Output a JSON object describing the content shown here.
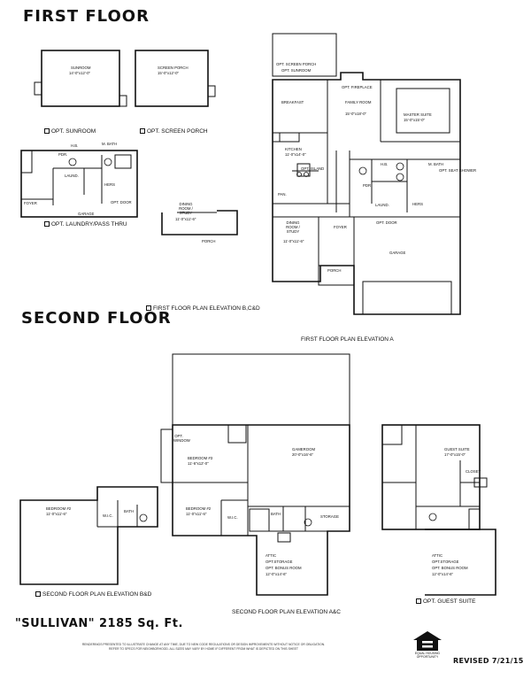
{
  "headings": {
    "first_floor": "FIRST FLOOR",
    "second_floor": "SECOND FLOOR",
    "title": "\"SULLIVAN\" 2185 Sq. Ft.",
    "revised": "REVISED 7/21/15"
  },
  "option_labels": {
    "opt_sunroom": "OPT. SUNROOM",
    "opt_screen_porch": "OPT. SCREEN PORCH",
    "opt_laundry": "OPT. LAUNDRY/PASS THRU",
    "ff_elev_bcd": "FIRST FLOOR PLAN ELEVATION B,C&D",
    "ff_elev_a": "FIRST FLOOR PLAN ELEVATION A",
    "sf_elev_bd": "SECOND FLOOR PLAN ELEVATION B&D",
    "sf_elev_ac": "SECOND FLOOR PLAN ELEVATION A&C",
    "opt_guest_suite": "OPT. GUEST SUITE"
  },
  "rooms": {
    "sunroom": "SUNROOM",
    "sunroom_dim": "14'-0\"x12'-0\"",
    "screen_porch": "SCREEN PORCH",
    "screen_porch_dim": "15'-0\"x12'-0\"",
    "laundry_hb": "H.B.",
    "laundry_mbath": "M. BATH",
    "laundry_pdr": "PDR.",
    "laundry_laund": "LAUND.",
    "laundry_hers": "HERS",
    "laundry_foyer": "FOYER",
    "laundry_garage": "GARAGE",
    "laundry_optdoor": "OPT. DOOR",
    "dining_study": "DINING ROOM / STUDY",
    "dining_study_dim": "11'-0\"x11'-6\"",
    "porch": "PORCH",
    "opt_screen_porch": "OPT. SCREEN PORCH",
    "opt_sunroom": "OPT. SUNROOM",
    "fireplace": "OPT. FIREPLACE",
    "breakfast": "BREAKFAST",
    "family_room": "FAMILY ROOM",
    "family_room_dim": "15'-0\"x18'-0\"",
    "master_suite": "MASTER SUITE",
    "master_suite_dim": "15'-0\"x15'-0\"",
    "kitchen": "KITCHEN",
    "kitchen_dim": "11'-0\"x14'-0\"",
    "island": "OPT. ISLAND",
    "hb": "H.B.",
    "mbath": "M. BATH",
    "shower": "OPT. SEAT SHOWER",
    "pan": "PAN.",
    "pdr": "PDR.",
    "laund": "LAUND.",
    "hers": "HERS",
    "dining": "DINING ROOM / STUDY",
    "dining_dim": "11'-0\"x11'-6\"",
    "foyer": "FOYER",
    "garage": "GARAGE",
    "opt_door": "OPT. DOOR",
    "bedroom2_bd": "BEDROOM #2",
    "bedroom2_bd_dim": "11'-0\"x11'-6\"",
    "wic_bd": "W.I.C.",
    "bath_bd": "BATH",
    "opt_window": "OPT. WINDOW",
    "bedroom3": "BEDROOM #3",
    "bedroom3_dim": "11'-6\"x12'-0\"",
    "gameroom": "GAMEROOM",
    "gameroom_dim": "20'-0\"x16'-6\"",
    "bedroom2": "BEDROOM #2",
    "bedroom2_dim": "11'-0\"x11'-6\"",
    "wic": "W.I.C.",
    "bath": "BATH",
    "storage": "STORAGE",
    "attic": "ATTIC",
    "opt_storage": "OPT.STORAGE",
    "opt_bonus": "OPT. BONUS ROOM",
    "opt_bonus_dim": "12'-0\"x14'-6\"",
    "guest_suite": "GUEST SUITE",
    "guest_suite_dim": "17'-0\"x15'-0\"",
    "closet": "CLOSET",
    "guest_attic": "ATTIC",
    "guest_opt_storage": "OPT.STORAGE",
    "guest_opt_bonus": "OPT. BONUS ROOM",
    "guest_opt_bonus_dim": "12'-0\"x14'-6\""
  },
  "disclaimer": {
    "line1": "RENDERINGS PRESENTED TO ILLUSTRATE CHANGE AT ANY TIME, DUE TO NEW CODE REGULATIONS OR DESIGN IMPROVEMENTS WITHOUT NOTICE OR OBLIGATION.",
    "line2": "REFER TO SPECS FOR NEIGHBORHOOD. ALL SIZES MAY VARY BY HOME IF DIFFERENT FROM WHAT IS DEPICTED ON THIS SHEET"
  },
  "logo": {
    "text": "EQUAL HOUSING OPPORTUNITY"
  }
}
